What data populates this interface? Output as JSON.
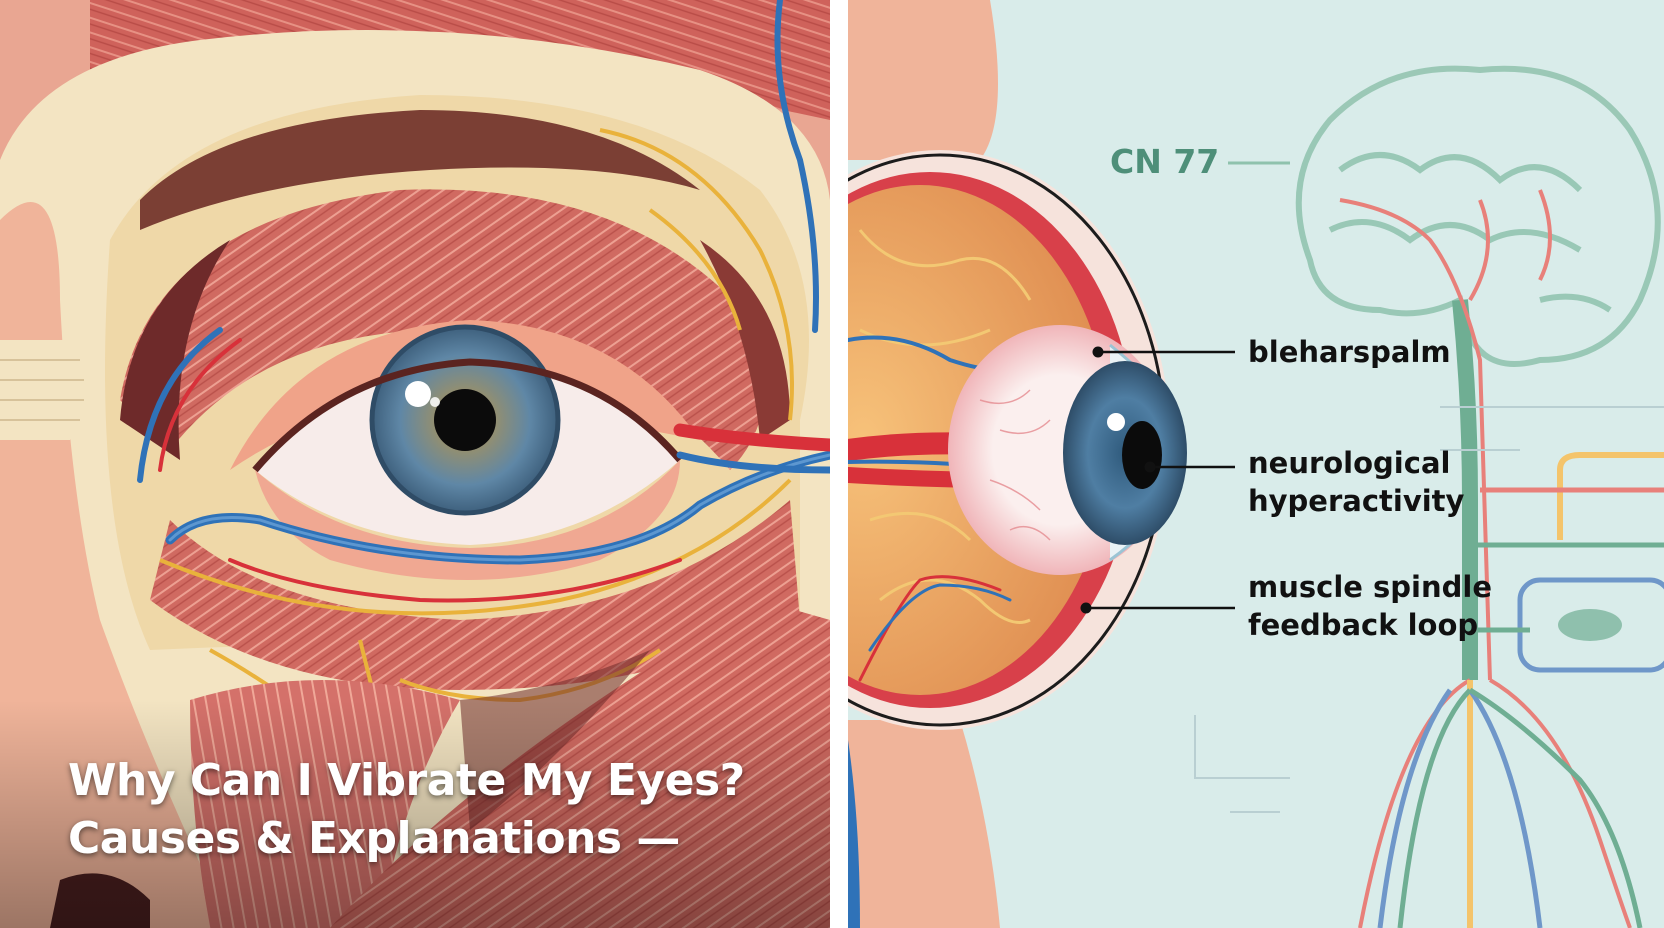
{
  "title": {
    "line1": "Why Can I Vibrate My Eyes?",
    "line2": "Causes & Explanations —"
  },
  "labels": {
    "cn": "CN 77",
    "blepharospasm": "bleharspalm",
    "neurological_line1": "neurological",
    "neurological_line2": "hyperactivity",
    "spindle_line1": "muscle spindle",
    "spindle_line2": "feedback loop"
  },
  "colors": {
    "muscle": "#c9534e",
    "muscle_light": "#e89482",
    "bone": "#f2e6c6",
    "skin": "#f0b49a",
    "artery": "#d8313a",
    "vein": "#2f72b8",
    "nerve": "#e8b43c",
    "iris": "#5c86a8",
    "background_right": "#d9ecea",
    "nerve_green": "#6fae93"
  }
}
